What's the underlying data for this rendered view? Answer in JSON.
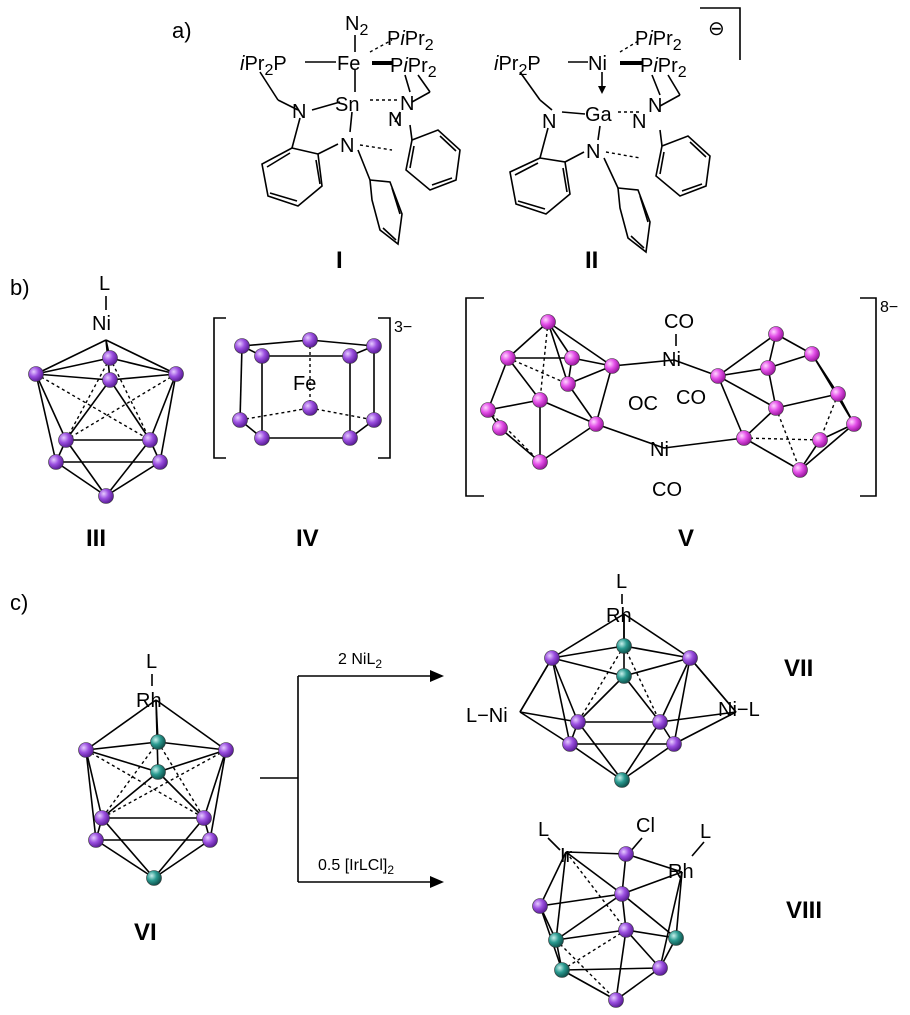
{
  "colors": {
    "purple_atom": "#9b4fe0",
    "magenta_atom": "#e34fe8",
    "teal_atom": "#2a9a90"
  },
  "panels": {
    "a": "a)",
    "b": "b)",
    "c": "c)"
  },
  "compound_labels": {
    "I": "I",
    "II": "II",
    "III": "III",
    "IV": "IV",
    "V": "V",
    "VI": "VI",
    "VII": "VII",
    "VIII": "VIII"
  },
  "structure_I": {
    "n2": "N",
    "n2_sub": "2",
    "fe": "Fe",
    "sn": "Sn",
    "pipr_left": "iPr",
    "pipr_left_sub": "2",
    "pipr_left_p": "P",
    "pipr_top": "PiPr",
    "pipr_top_sub": "2",
    "pipr_right": "PiPr",
    "pipr_right_sub": "2",
    "n1": "N",
    "n2b": "N",
    "n3": "N"
  },
  "structure_II": {
    "ni": "Ni",
    "ga": "Ga",
    "pipr_left": "iPr",
    "pipr_left_sub": "2",
    "pipr_left_p": "P",
    "pipr_top": "PiPr",
    "pipr_top_sub": "2",
    "pipr_right": "PiPr",
    "pipr_right_sub": "2",
    "charge": "⊖",
    "n1": "N",
    "n2": "N",
    "n3": "N"
  },
  "structure_III": {
    "ligand": "L",
    "metal": "Ni"
  },
  "structure_IV": {
    "metal": "Fe",
    "charge": "3−"
  },
  "structure_V": {
    "co1": "CO",
    "ni1": "Ni",
    "oc": "OC",
    "co2": "CO",
    "ni2": "Ni",
    "co3": "CO",
    "charge": "8−"
  },
  "structure_VI": {
    "ligand": "L",
    "metal": "Rh"
  },
  "reaction": {
    "reagent_top": "2 NiL",
    "reagent_top_sub": "2",
    "reagent_bottom": "0.5 [IrLCl]",
    "reagent_bottom_sub": "2"
  },
  "structure_VII": {
    "ligand_top": "L",
    "rh": "Rh",
    "ni_left": "L−Ni",
    "ni_right": "Ni−L"
  },
  "structure_VIII": {
    "l_ir": "L",
    "ir": "Ir",
    "cl": "Cl",
    "l_rh": "L",
    "rh": "Rh"
  }
}
